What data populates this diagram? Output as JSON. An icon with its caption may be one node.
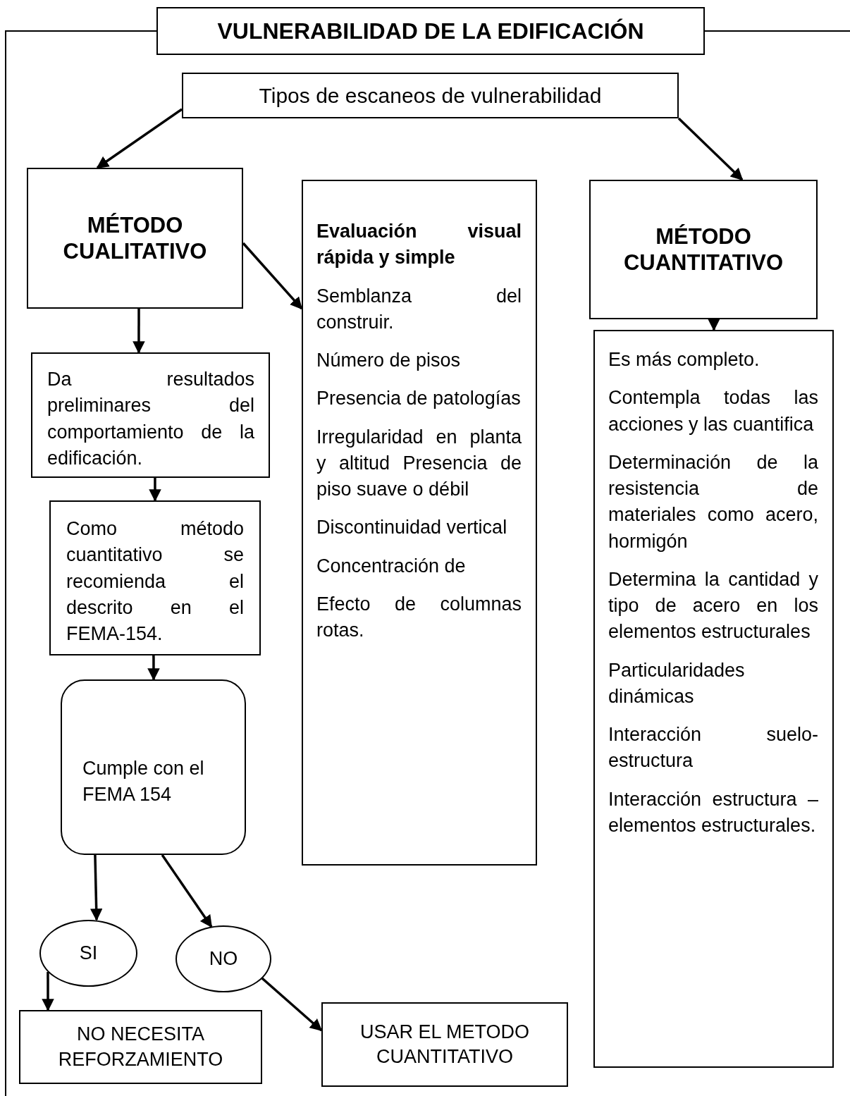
{
  "diagram": {
    "nodes": [
      {
        "text": [
          "VULNERABILIDAD DE LA EDIFICACIÓN"
        ]
      },
      {
        "text": [
          "Tipos de escaneos de vulnerabilidad"
        ]
      },
      {
        "text": [
          "MÉTODO CUALITATIVO"
        ]
      },
      {
        "text": [
          "Evaluación visual rápida y simple",
          "Semblanza del construir.",
          "Número de pisos",
          "Presencia de patologías",
          "Irregularidad en planta y altitud Presencia de piso suave o débil",
          "Discontinuidad vertical",
          "Concentración de",
          "Efecto de columnas rotas."
        ]
      },
      {
        "text": [
          "MÉTODO CUANTITATIVO"
        ]
      },
      {
        "text": [
          "Es más completo.",
          "Contempla todas las acciones y las cuantifica",
          "Determinación de la resistencia de materiales como acero, hormigón",
          "Determina la cantidad y tipo de acero en los elementos estructurales",
          "Particularidades dinámicas",
          "Interacción suelo-estructura",
          "Interacción estructura – elementos estructurales."
        ]
      },
      {
        "text": [
          "Da resultados preliminares del comportamiento de la edificación."
        ]
      },
      {
        "text": [
          "Como método cuantitativo se recomienda el descrito en el FEMA-154."
        ]
      },
      {
        "text": [
          "Cumple con el FEMA 154"
        ]
      },
      {
        "text": [
          "SI"
        ]
      },
      {
        "text": [
          "NO"
        ]
      },
      {
        "text": [
          "NO NECESITA REFORZAMIENTO"
        ]
      },
      {
        "text": [
          "USAR EL METODO CUANTITATIVO"
        ]
      }
    ],
    "edges": [
      {
        "from": 1,
        "to": 2,
        "arrow": "to"
      },
      {
        "from": 1,
        "to": 4,
        "arrow": "to"
      },
      {
        "from": 2,
        "to": 3,
        "arrow": "to"
      },
      {
        "from": 4,
        "to": 5,
        "arrow": "to"
      },
      {
        "from": 2,
        "to": 6,
        "arrow": "to"
      },
      {
        "from": 6,
        "to": 7,
        "arrow": "to"
      },
      {
        "from": 7,
        "to": 8,
        "arrow": "to"
      },
      {
        "from": 8,
        "to": 9,
        "arrow": "to"
      },
      {
        "from": 8,
        "to": 10,
        "arrow": "to"
      },
      {
        "from": 9,
        "to": 11,
        "arrow": "to"
      },
      {
        "from": 10,
        "to": 12,
        "arrow": "to"
      }
    ]
  }
}
